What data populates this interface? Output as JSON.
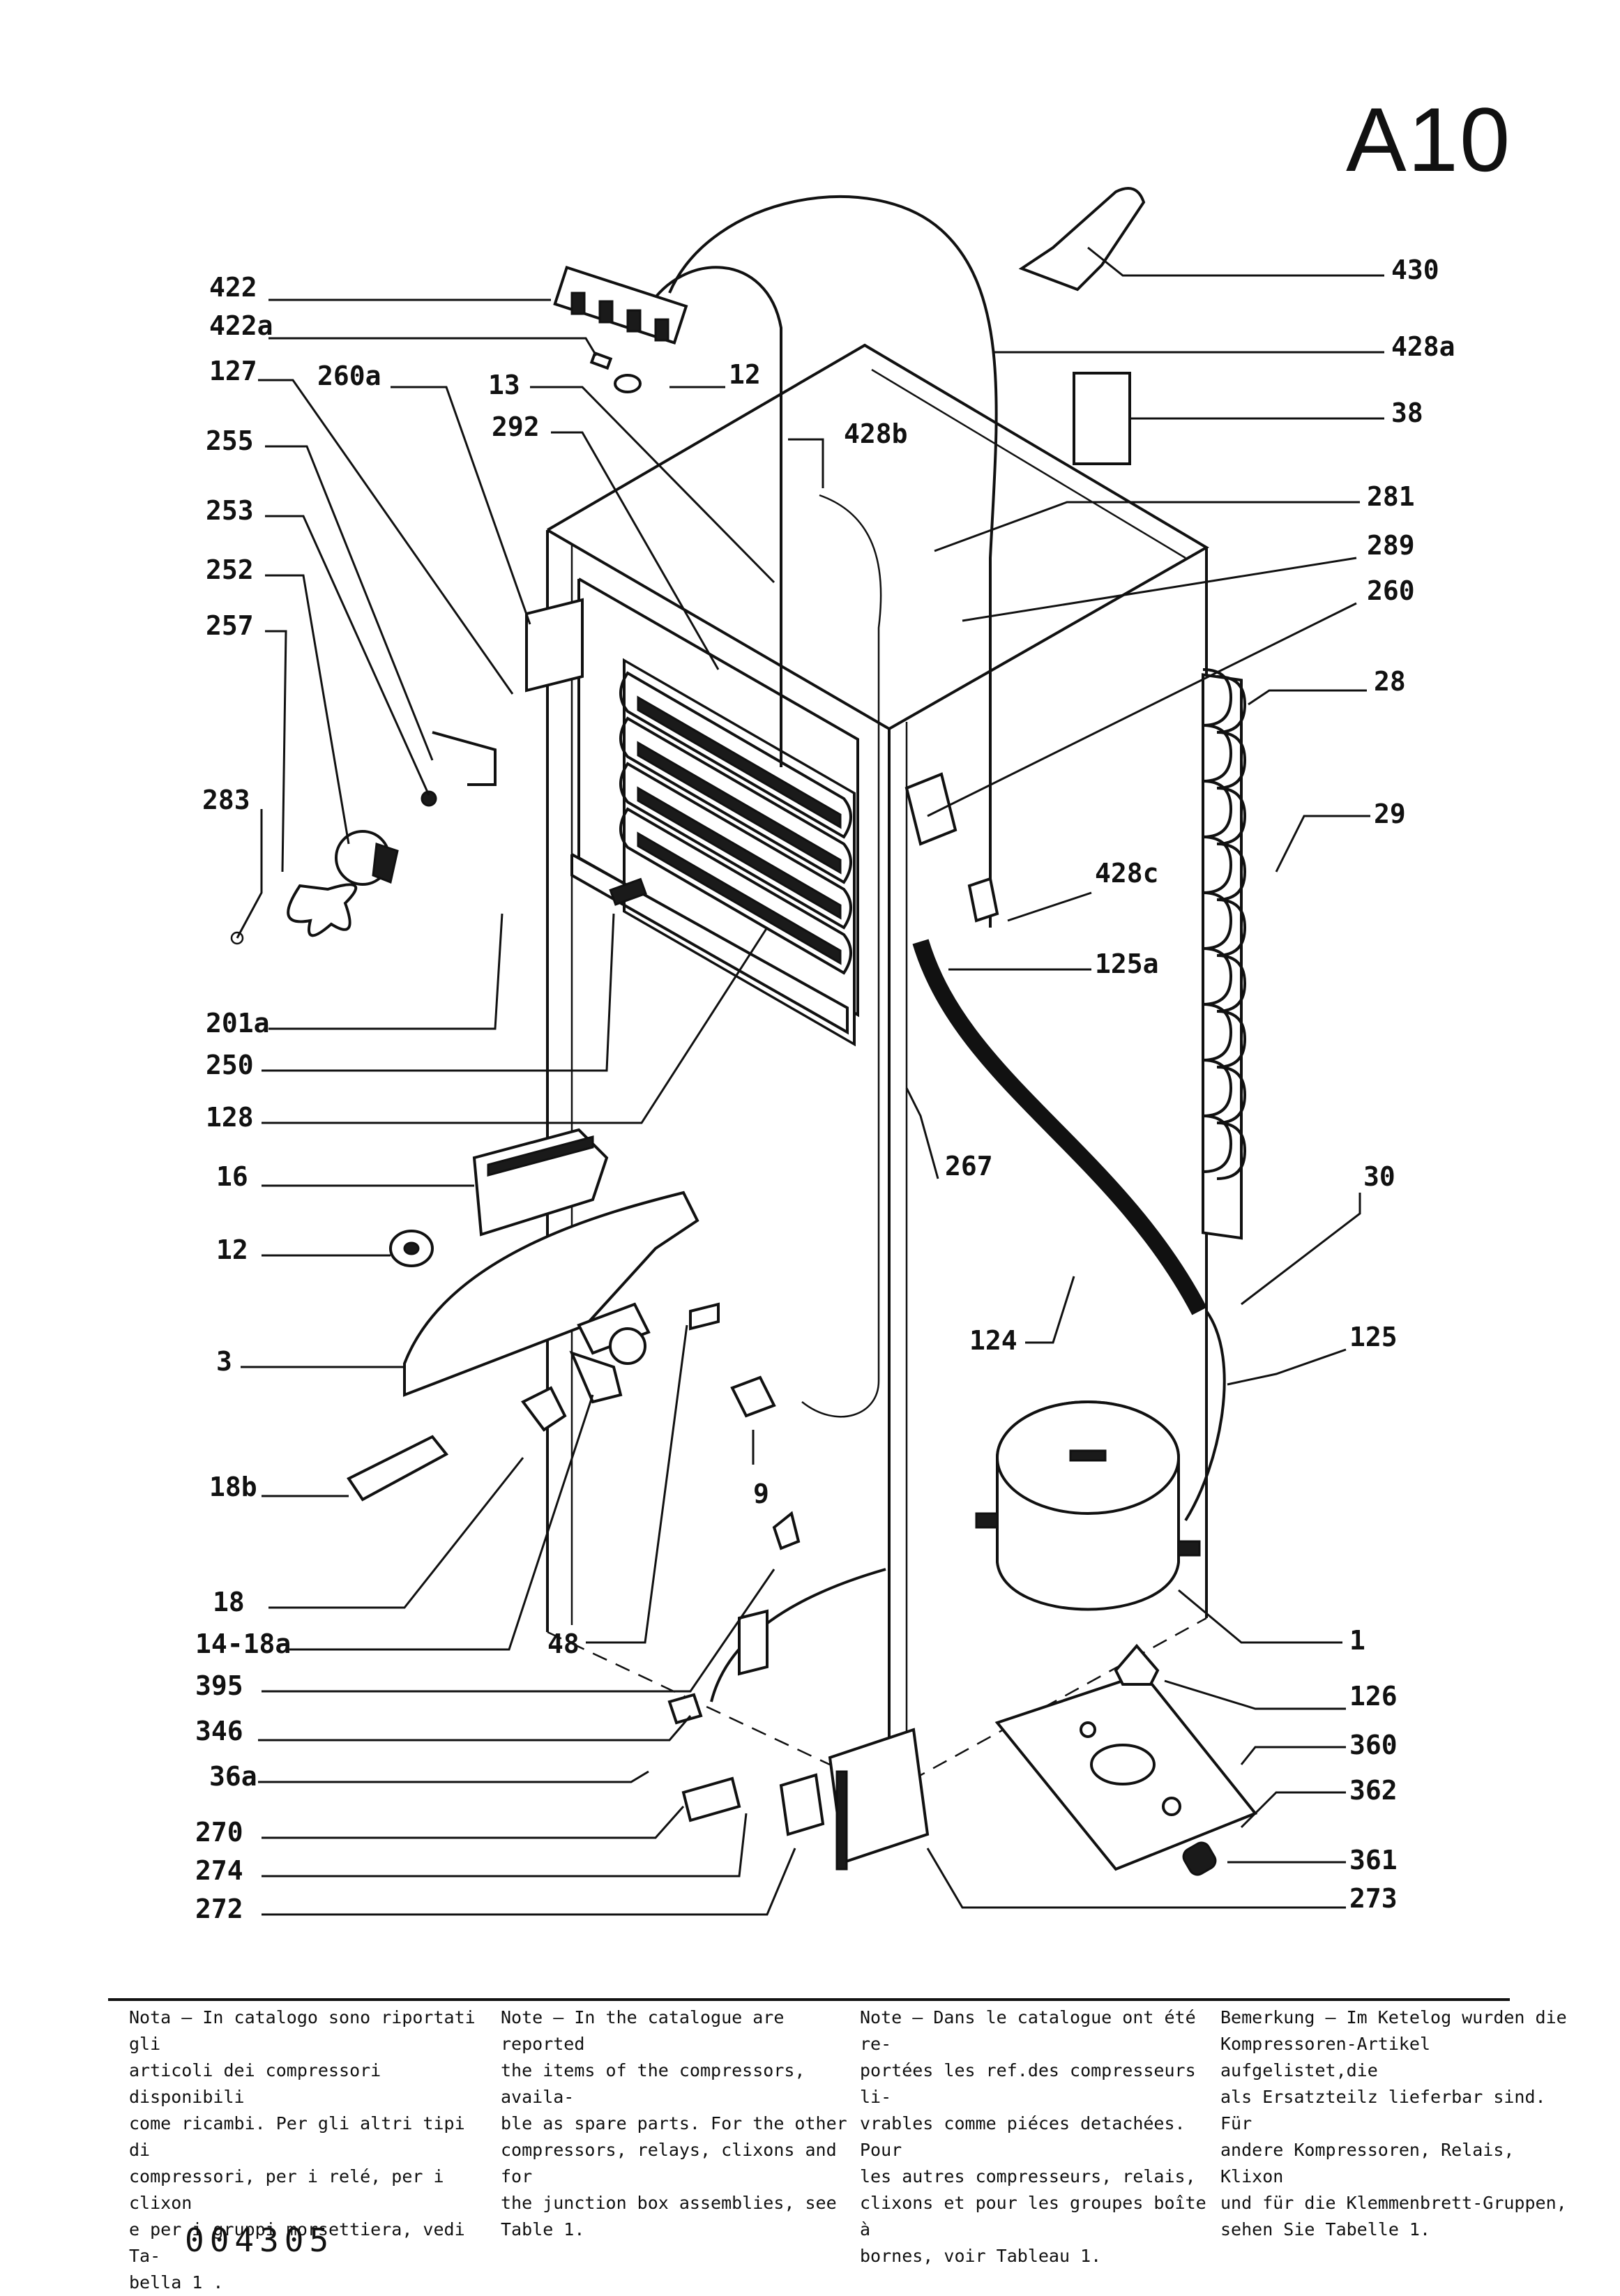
{
  "page": {
    "title": "A10",
    "document_number": "004305"
  },
  "diagram": {
    "part_labels": {
      "p430": "430",
      "p428a": "428a",
      "p38": "38",
      "p281": "281",
      "p289": "289",
      "p260": "260",
      "p28": "28",
      "p29": "29",
      "p428c": "428c",
      "p125a": "125a",
      "p30": "30",
      "p125": "125",
      "p1": "1",
      "p126": "126",
      "p360": "360",
      "p362": "362",
      "p361": "361",
      "p273": "273",
      "p422": "422",
      "p422a": "422a",
      "p12a": "12",
      "p127": "127",
      "p260a": "260a",
      "p13": "13",
      "p292": "292",
      "p428b": "428b",
      "p255": "255",
      "p253": "253",
      "p252": "252",
      "p257": "257",
      "p283": "283",
      "p201a": "201a",
      "p250": "250",
      "p128": "128",
      "p16": "16",
      "p12b": "12",
      "p3": "3",
      "p18b": "18b",
      "p18": "18",
      "p1418a": "14-18a",
      "p48": "48",
      "p395": "395",
      "p346": "346",
      "p36a": "36a",
      "p270": "270",
      "p274": "274",
      "p272": "272",
      "p267": "267",
      "p124": "124",
      "p9": "9"
    }
  },
  "notes": {
    "it": "Nota – In catalogo sono riportati gli\narticoli dei compressori disponibili\ncome ricambi. Per gli altri tipi di\ncompressori, per i relé, per i clixon\ne per i gruppi morsettiera, vedi Ta-\nbella 1 .",
    "en": "Note – In the catalogue are reported\nthe items of the compressors, availa-\nble as spare parts. For the other\ncompressors, relays, clixons and for\nthe junction box assemblies, see\nTable 1.",
    "fr": "Note – Dans le catalogue ont été re-\nportées les ref.des compresseurs li-\nvrables comme piéces detachées. Pour\nles autres compresseurs, relais,\nclixons et pour les groupes boîte à\nbornes, voir Tableau 1.",
    "de": "Bemerkung – Im Ketelog wurden die\nKompressoren-Artikel aufgelistet,die\nals Ersatzteilz lieferbar sind. Für\nandere Kompressoren, Relais, Klixon\nund für die Klemmenbrett-Gruppen,\nsehen Sie Tabelle 1."
  }
}
